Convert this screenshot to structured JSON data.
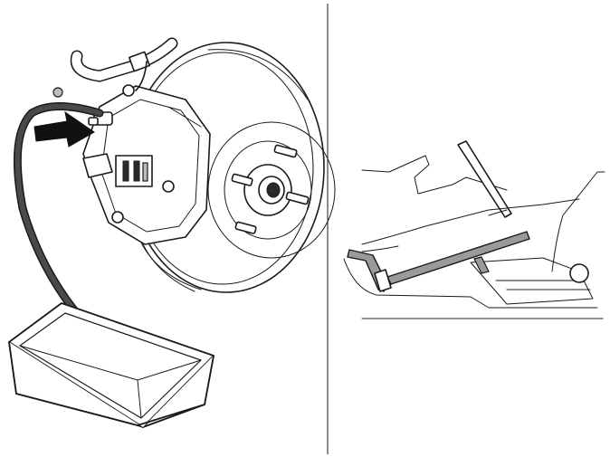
{
  "figure": {
    "panels": [
      {
        "id": "left",
        "subject": "brake-bleeding-at-caliper"
      },
      {
        "id": "right",
        "subject": "brake-pedal-depressed"
      }
    ],
    "colors": {
      "line": "#1a1a1a",
      "background": "#ffffff",
      "hose": "#4a4a4a",
      "tray": "#cfcfcf"
    },
    "icons": [
      "arrow-icon"
    ]
  }
}
